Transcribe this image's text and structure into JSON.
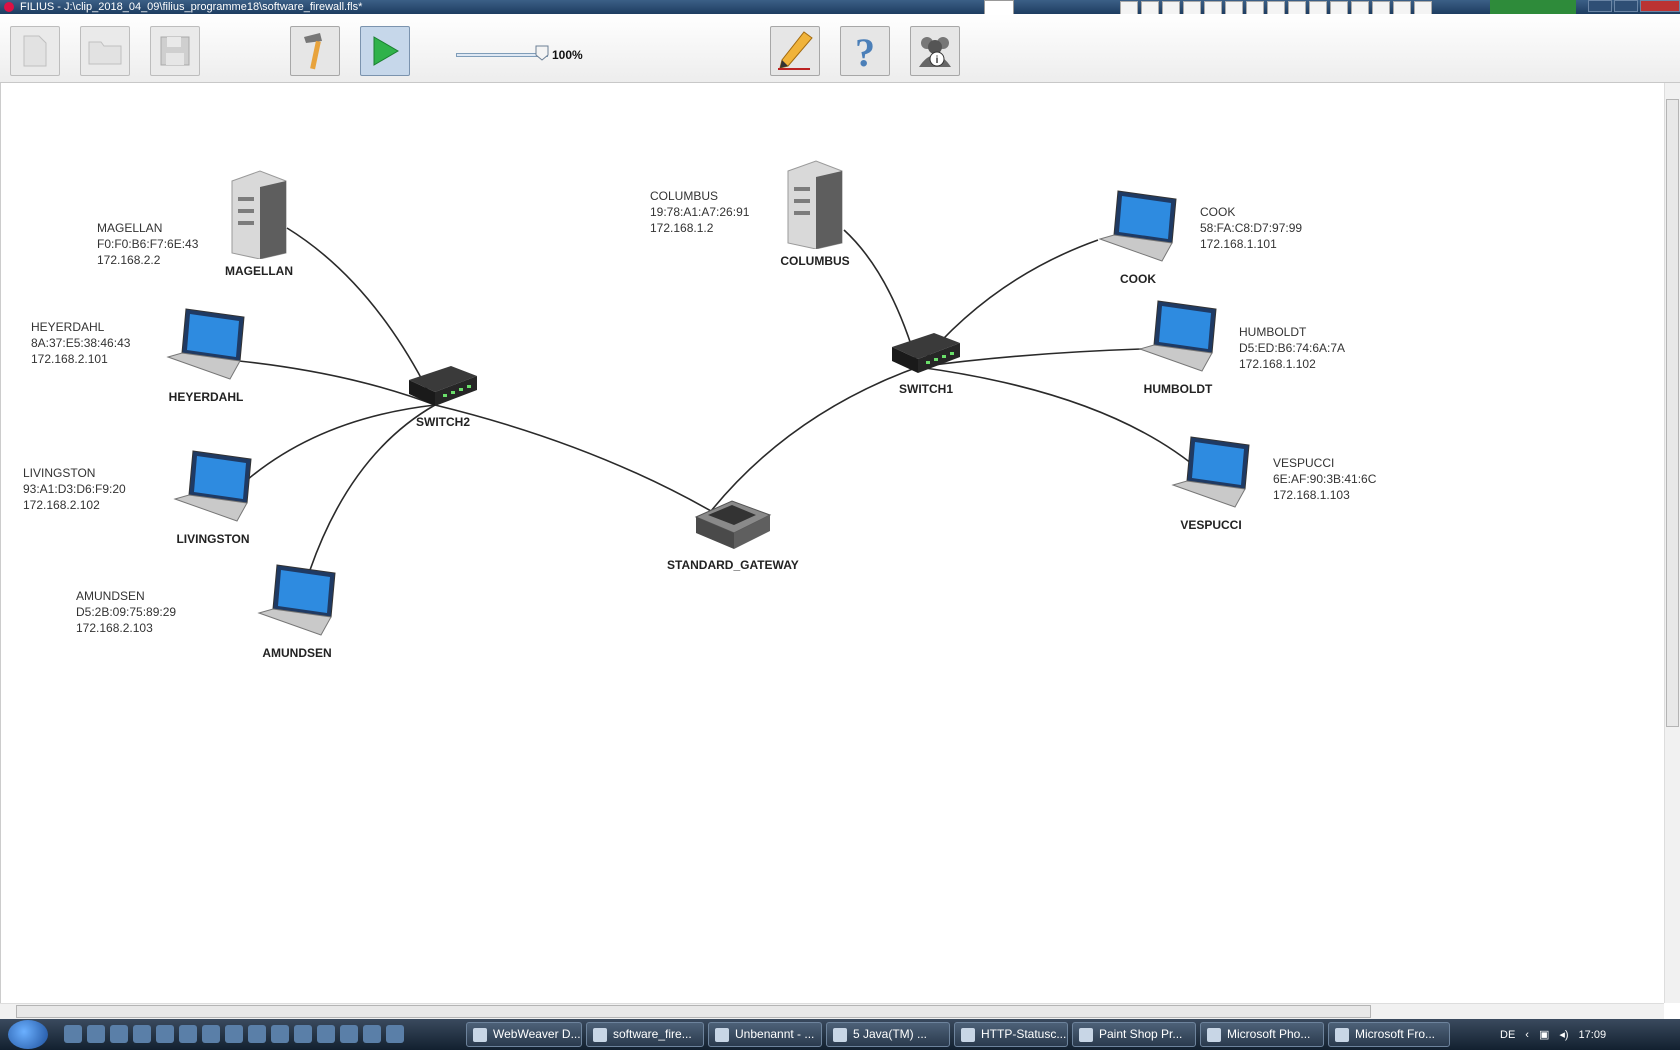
{
  "window": {
    "title": "FILIUS - J:\\clip_2018_04_09\\filius_programme18\\software_firewall.fls*"
  },
  "toolbar": {
    "zoom_label": "100%",
    "buttons": [
      "new-file",
      "open-file",
      "save-file",
      "design-mode",
      "simulation-mode",
      "documentation",
      "help",
      "about"
    ]
  },
  "network": {
    "nodes": {
      "magellan": {
        "name": "MAGELLAN",
        "kind": "server",
        "info": [
          "MAGELLAN",
          "F0:F0:B6:F7:6E:43",
          "172.168.2.2"
        ]
      },
      "heyerdahl": {
        "name": "HEYERDAHL",
        "kind": "laptop",
        "info": [
          "HEYERDAHL",
          "8A:37:E5:38:46:43",
          "172.168.2.101"
        ]
      },
      "livingston": {
        "name": "LIVINGSTON",
        "kind": "laptop",
        "info": [
          "LIVINGSTON",
          "93:A1:D3:D6:F9:20",
          "172.168.2.102"
        ]
      },
      "amundsen": {
        "name": "AMUNDSEN",
        "kind": "laptop",
        "info": [
          "AMUNDSEN",
          "D5:2B:09:75:89:29",
          "172.168.2.103"
        ]
      },
      "switch2": {
        "name": "SWITCH2",
        "kind": "switch"
      },
      "gateway": {
        "name": "STANDARD_GATEWAY",
        "kind": "router"
      },
      "switch1": {
        "name": "SWITCH1",
        "kind": "switch"
      },
      "columbus": {
        "name": "COLUMBUS",
        "kind": "server",
        "info": [
          "COLUMBUS",
          "19:78:A1:A7:26:91",
          "172.168.1.2"
        ]
      },
      "cook": {
        "name": "COOK",
        "kind": "laptop",
        "info": [
          "COOK",
          "58:FA:C8:D7:97:99",
          "172.168.1.101"
        ]
      },
      "humboldt": {
        "name": "HUMBOLDT",
        "kind": "laptop",
        "info": [
          "HUMBOLDT",
          "D5:ED:B6:74:6A:7A",
          "172.168.1.102"
        ]
      },
      "vespucci": {
        "name": "VESPUCCI",
        "kind": "laptop",
        "info": [
          "VESPUCCI",
          "6E:AF:90:3B:41:6C",
          "172.168.1.103"
        ]
      }
    },
    "links": [
      [
        "magellan",
        "switch2"
      ],
      [
        "heyerdahl",
        "switch2"
      ],
      [
        "livingston",
        "switch2"
      ],
      [
        "amundsen",
        "switch2"
      ],
      [
        "switch2",
        "gateway"
      ],
      [
        "gateway",
        "switch1"
      ],
      [
        "columbus",
        "switch1"
      ],
      [
        "cook",
        "switch1"
      ],
      [
        "humboldt",
        "switch1"
      ],
      [
        "vespucci",
        "switch1"
      ]
    ]
  },
  "taskbar": {
    "tasks": [
      "WebWeaver D...",
      "software_fire...",
      "Unbenannt - ...",
      "5 Java(TM) ...",
      "HTTP-Statusc...",
      "Paint Shop Pr...",
      "Microsoft Pho...",
      "Microsoft Fro..."
    ],
    "language": "DE",
    "clock": "17:09"
  },
  "colors": {
    "title_bar": "#1e3d61",
    "toolbar_active": "#c6d7ea",
    "taskbar": "#12202f"
  }
}
